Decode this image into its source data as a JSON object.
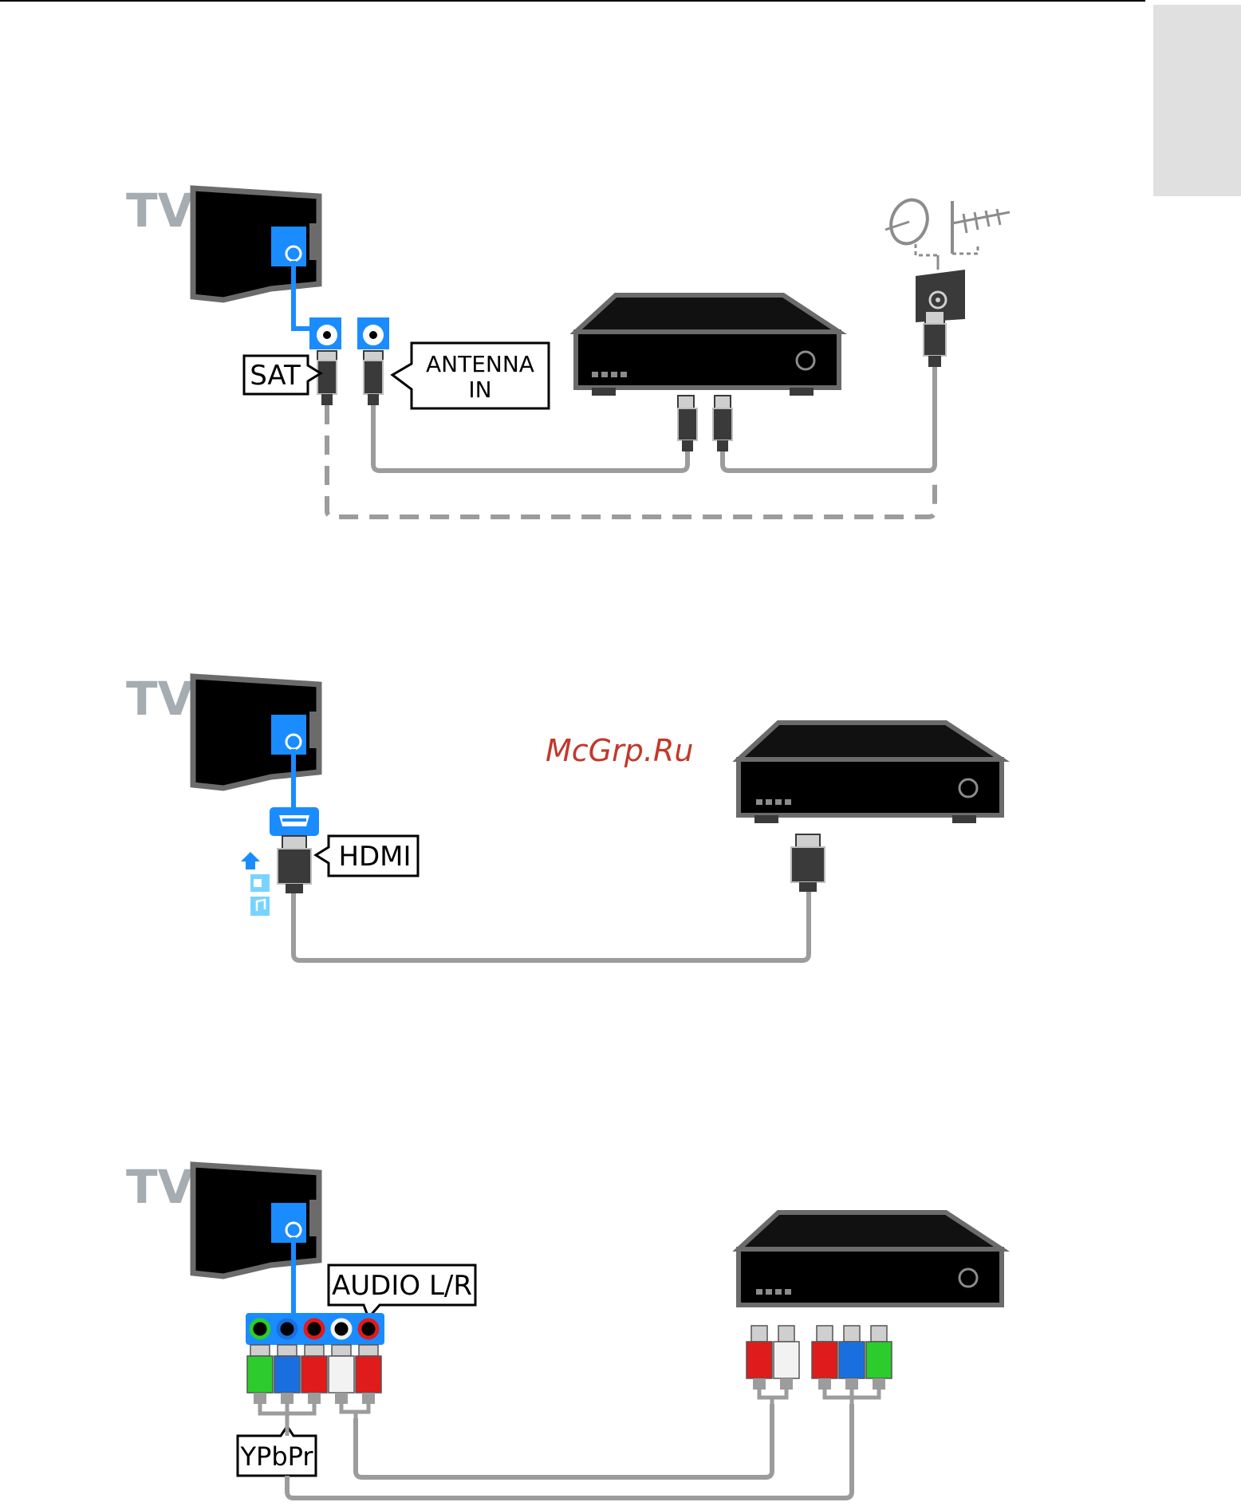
{
  "diagram1": {
    "tv_label": "TV",
    "sat_label": "SAT",
    "antenna_label_line1": "ANTENNA",
    "antenna_label_line2": "IN"
  },
  "diagram2": {
    "tv_label": "TV",
    "hdmi_label": "HDMI"
  },
  "diagram3": {
    "tv_label": "TV",
    "audio_label": "AUDIO L/R",
    "ypbpr_label": "YPbPr"
  },
  "watermark": "McGrp.Ru",
  "colors": {
    "port_blue": "#1a8cff",
    "tv_gray": "#6b6b6b",
    "tv_label_color": "#a5adb3",
    "cable_gray": "#9c9c9c",
    "plug_dark": "#3a3a3a",
    "watermark_red": "#c0392b",
    "side_tab": "#e0e0e0",
    "rca_green": "#2ccc2c",
    "rca_blue": "#1a6fe0",
    "rca_red": "#e01b1b",
    "rca_white": "#f2f2f2",
    "hdmi_icon_light_blue": "#77d4ff"
  },
  "icons": {
    "tv": "tv-icon",
    "box": "set-top-box-icon",
    "dish": "satellite-dish-icon",
    "antenna": "antenna-icon",
    "wall_socket": "wall-socket-icon",
    "hdmi_arc_up": "arrow-up-icon",
    "hdmi_video": "video-icon",
    "hdmi_audio": "music-note-icon"
  }
}
